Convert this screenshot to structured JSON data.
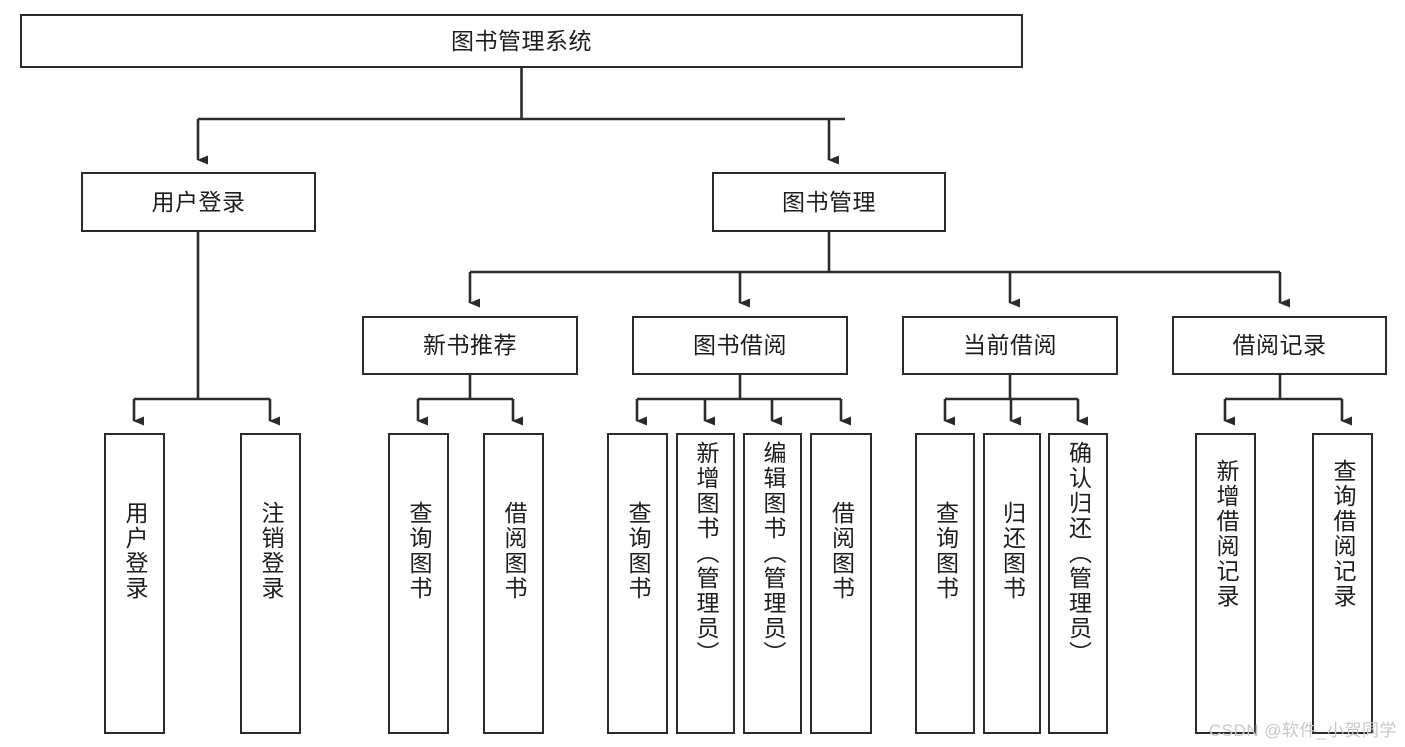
{
  "diagram": {
    "type": "tree-hierarchy-flowchart",
    "title": "图书管理系统",
    "orientation": "top-down",
    "colors": {
      "box_stroke": "#2b2b2b",
      "box_fill": "#ffffff",
      "edge_stroke": "#2b2b2b",
      "text": "#1d1d1d",
      "background": "#ffffff",
      "watermark": "#c8c8c8"
    },
    "nodes": {
      "root": {
        "label": "图书管理系统",
        "level": 1,
        "orientation": "horizontal"
      },
      "l2": [
        {
          "id": "user-login",
          "label": "用户登录",
          "level": 2,
          "orientation": "horizontal"
        },
        {
          "id": "book-management",
          "label": "图书管理",
          "level": 2,
          "orientation": "horizontal"
        }
      ],
      "l3": [
        {
          "id": "new-book-recommend",
          "label": "新书推荐",
          "level": 3,
          "orientation": "horizontal"
        },
        {
          "id": "book-borrow",
          "label": "图书借阅",
          "level": 3,
          "orientation": "horizontal"
        },
        {
          "id": "current-borrow",
          "label": "当前借阅",
          "level": 3,
          "orientation": "horizontal"
        },
        {
          "id": "borrow-record",
          "label": "借阅记录",
          "level": 3,
          "orientation": "horizontal"
        }
      ],
      "leaves": [
        {
          "id": "leaf-user-login",
          "label": "用户登录",
          "parent": "user-login",
          "orientation": "vertical"
        },
        {
          "id": "leaf-user-logout",
          "label": "注销登录",
          "parent": "user-login",
          "orientation": "vertical"
        },
        {
          "id": "leaf-query-book-1",
          "label": "查询图书",
          "parent": "new-book-recommend",
          "orientation": "vertical"
        },
        {
          "id": "leaf-borrow-book-1",
          "label": "借阅图书",
          "parent": "new-book-recommend",
          "orientation": "vertical"
        },
        {
          "id": "leaf-query-book-2",
          "label": "查询图书",
          "parent": "book-borrow",
          "orientation": "vertical"
        },
        {
          "id": "leaf-add-book",
          "label": "新增图书（管理员）",
          "parent": "book-borrow",
          "orientation": "vertical"
        },
        {
          "id": "leaf-edit-book",
          "label": "编辑图书（管理员）",
          "parent": "book-borrow",
          "orientation": "vertical"
        },
        {
          "id": "leaf-borrow-book-2",
          "label": "借阅图书",
          "parent": "book-borrow",
          "orientation": "vertical"
        },
        {
          "id": "leaf-query-book-3",
          "label": "查询图书",
          "parent": "current-borrow",
          "orientation": "vertical"
        },
        {
          "id": "leaf-return-book",
          "label": "归还图书",
          "parent": "current-borrow",
          "orientation": "vertical"
        },
        {
          "id": "leaf-confirm-return",
          "label": "确认归还（管理员）",
          "parent": "current-borrow",
          "orientation": "vertical"
        },
        {
          "id": "leaf-add-record",
          "label": "新增借阅记录",
          "parent": "borrow-record",
          "orientation": "vertical"
        },
        {
          "id": "leaf-query-record",
          "label": "查询借阅记录",
          "parent": "borrow-record",
          "orientation": "vertical"
        }
      ]
    },
    "edges": [
      {
        "from": "root",
        "to": "user-login"
      },
      {
        "from": "root",
        "to": "book-management"
      },
      {
        "from": "book-management",
        "to": "new-book-recommend"
      },
      {
        "from": "book-management",
        "to": "book-borrow"
      },
      {
        "from": "book-management",
        "to": "current-borrow"
      },
      {
        "from": "book-management",
        "to": "borrow-record"
      },
      {
        "from": "user-login",
        "to": "leaf-user-login"
      },
      {
        "from": "user-login",
        "to": "leaf-user-logout"
      },
      {
        "from": "new-book-recommend",
        "to": "leaf-query-book-1"
      },
      {
        "from": "new-book-recommend",
        "to": "leaf-borrow-book-1"
      },
      {
        "from": "book-borrow",
        "to": "leaf-query-book-2"
      },
      {
        "from": "book-borrow",
        "to": "leaf-add-book"
      },
      {
        "from": "book-borrow",
        "to": "leaf-edit-book"
      },
      {
        "from": "book-borrow",
        "to": "leaf-borrow-book-2"
      },
      {
        "from": "current-borrow",
        "to": "leaf-query-book-3"
      },
      {
        "from": "current-borrow",
        "to": "leaf-return-book"
      },
      {
        "from": "current-borrow",
        "to": "leaf-confirm-return"
      },
      {
        "from": "borrow-record",
        "to": "leaf-add-record"
      },
      {
        "from": "borrow-record",
        "to": "leaf-query-record"
      }
    ]
  },
  "watermark": {
    "text": "CSDN @软件_小贺同学"
  }
}
